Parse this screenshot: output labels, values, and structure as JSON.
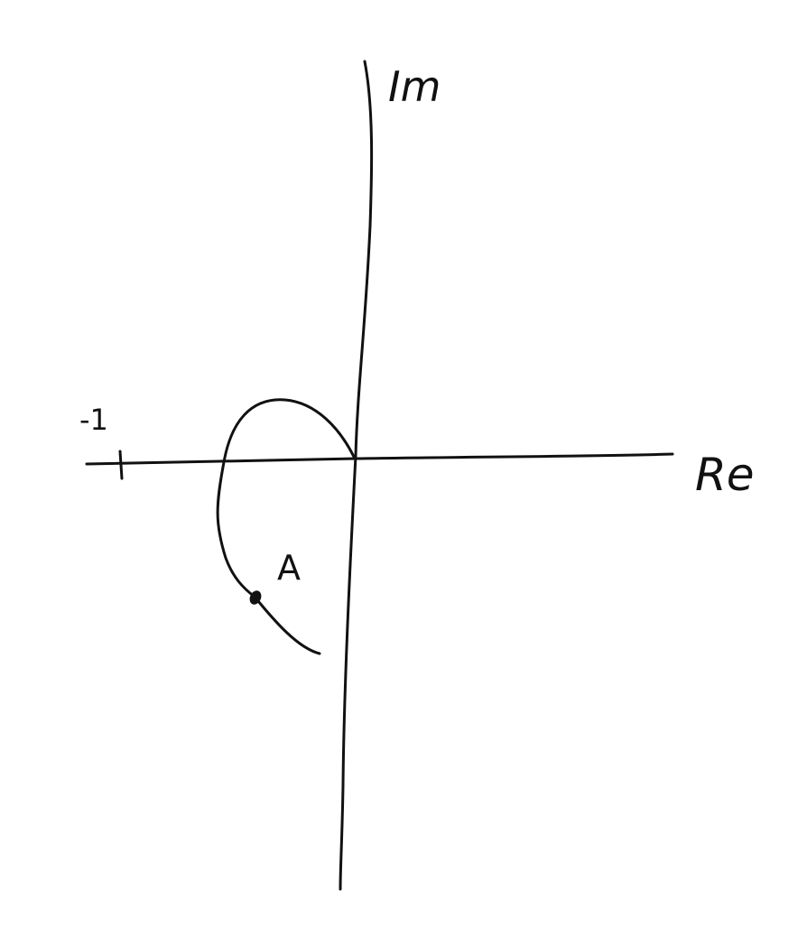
{
  "labels": {
    "imag_axis": "Im",
    "real_axis": "Re",
    "tick_minus_one": "-1",
    "point_a": "A"
  },
  "colors": {
    "ink": "#111111",
    "background": "#ffffff"
  }
}
